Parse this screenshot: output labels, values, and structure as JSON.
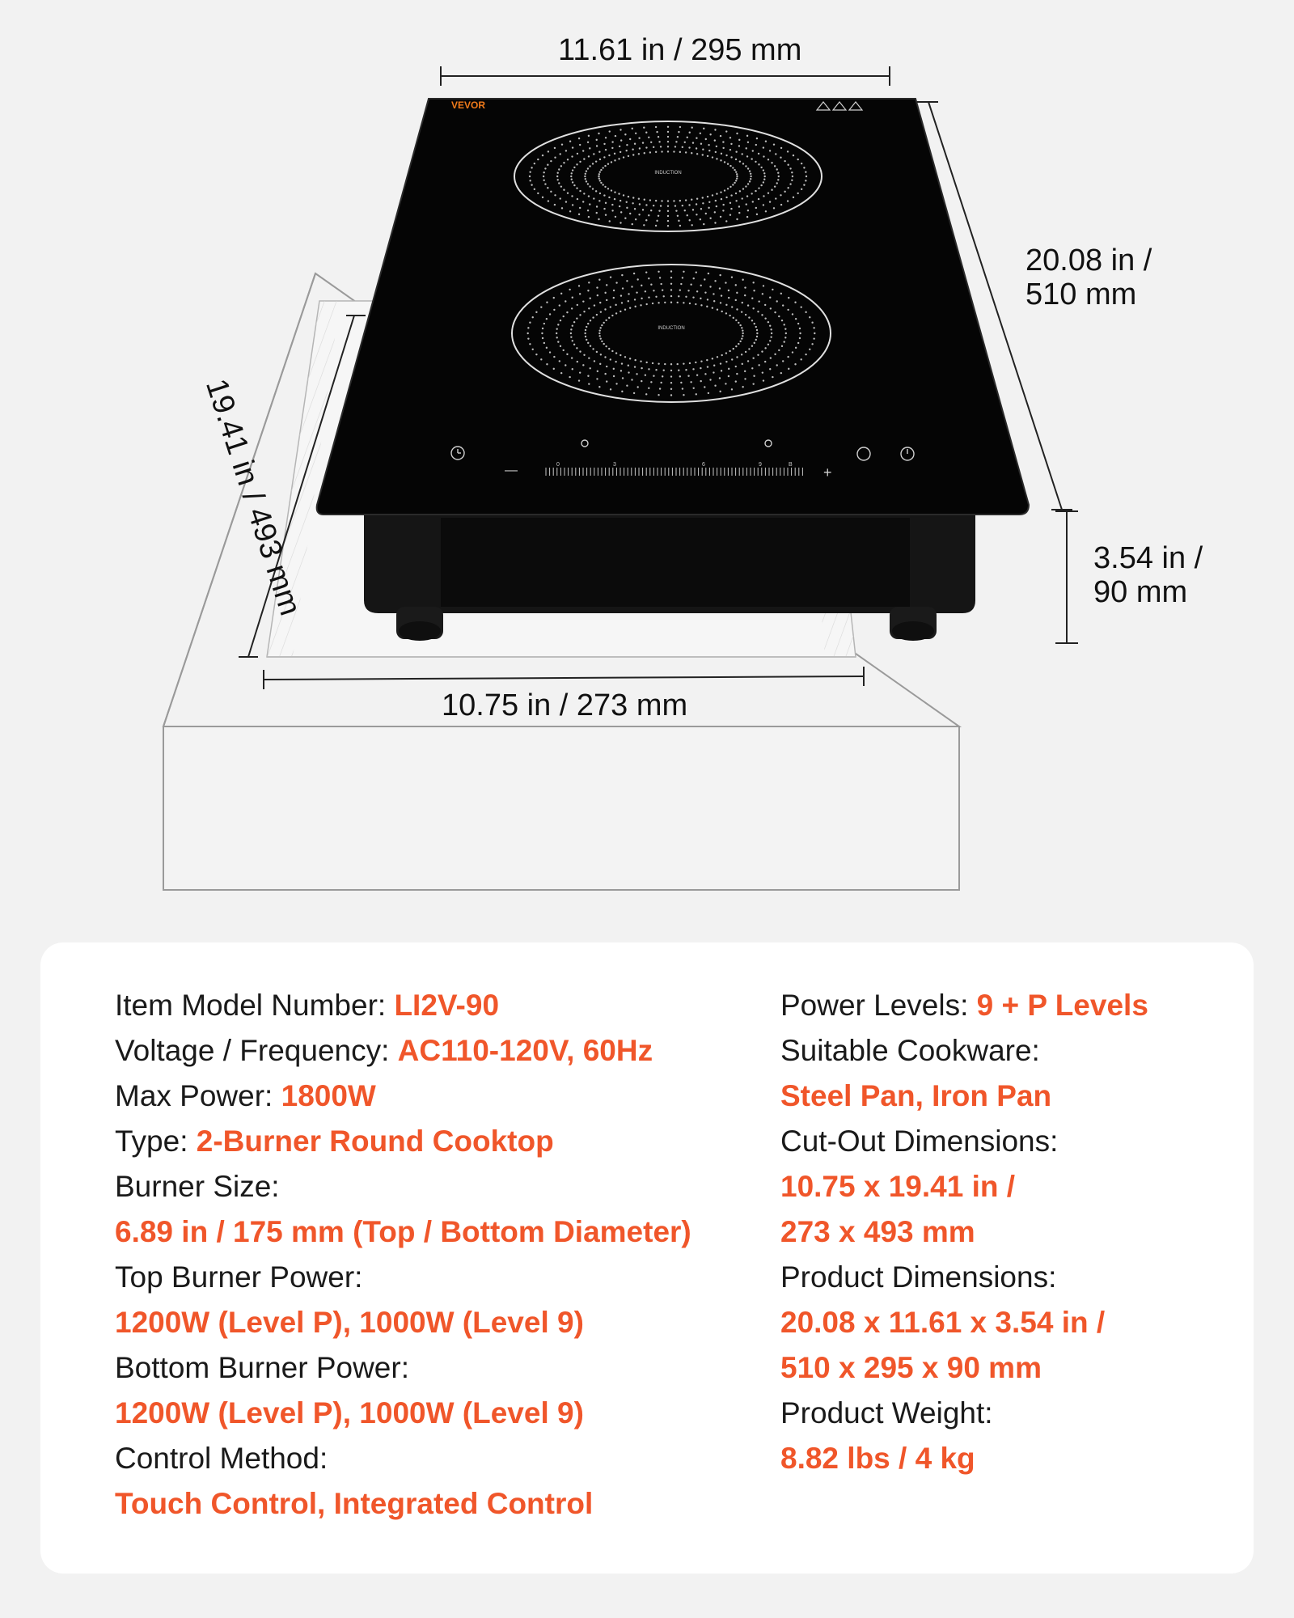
{
  "product": {
    "brand": "VEVOR",
    "burner_label": "INDUCTION",
    "control_panel_scale": [
      "0",
      "3",
      "6",
      "9",
      "B"
    ],
    "minus_symbol": "—",
    "plus_symbol": "+"
  },
  "dimensions": {
    "width_top": "11.61 in / 295 mm",
    "length_line1": "20.08 in /",
    "length_line2": "510 mm",
    "height_line1": "3.54 in /",
    "height_line2": "90 mm",
    "cutout_depth": "19.41 in / 493 mm",
    "cutout_width": "10.75 in / 273 mm"
  },
  "specs": {
    "left": [
      {
        "label": "Item Model Number: ",
        "value": "LI2V-90"
      },
      {
        "label": "Voltage / Frequency: ",
        "value": "AC110-120V, 60Hz"
      },
      {
        "label": "Max Power: ",
        "value": "1800W"
      },
      {
        "label": "Type: ",
        "value": "2-Burner Round Cooktop"
      },
      {
        "label": "Burner Size:",
        "value": ""
      },
      {
        "label": "",
        "value": "6.89 in / 175 mm (Top / Bottom Diameter)"
      },
      {
        "label": "Top Burner Power:",
        "value": ""
      },
      {
        "label": "",
        "value": "1200W (Level P), 1000W (Level 9)"
      },
      {
        "label": "Bottom Burner Power:",
        "value": ""
      },
      {
        "label": "",
        "value": "1200W (Level P), 1000W (Level 9)"
      },
      {
        "label": "Control Method:",
        "value": ""
      },
      {
        "label": "",
        "value": "Touch Control, Integrated Control"
      }
    ],
    "right": [
      {
        "label": "Power Levels: ",
        "value": "9 + P Levels"
      },
      {
        "label": "Suitable Cookware:",
        "value": ""
      },
      {
        "label": "",
        "value": "Steel Pan, Iron Pan"
      },
      {
        "label": "Cut-Out Dimensions:",
        "value": ""
      },
      {
        "label": "",
        "value": "10.75 x 19.41 in /"
      },
      {
        "label": "",
        "value": "273 x 493 mm"
      },
      {
        "label": "Product Dimensions:",
        "value": ""
      },
      {
        "label": "",
        "value": "20.08 x 11.61 x 3.54 in /"
      },
      {
        "label": "",
        "value": "510 x 295 x 90 mm"
      },
      {
        "label": "Product Weight:",
        "value": ""
      },
      {
        "label": "",
        "value": "8.82 lbs / 4 kg"
      }
    ]
  },
  "colors": {
    "accent": "#f0562a",
    "text": "#1a1a1a",
    "background": "#f2f2f2",
    "card": "#ffffff",
    "glass": "#050505",
    "brand": "#f07a1a"
  }
}
